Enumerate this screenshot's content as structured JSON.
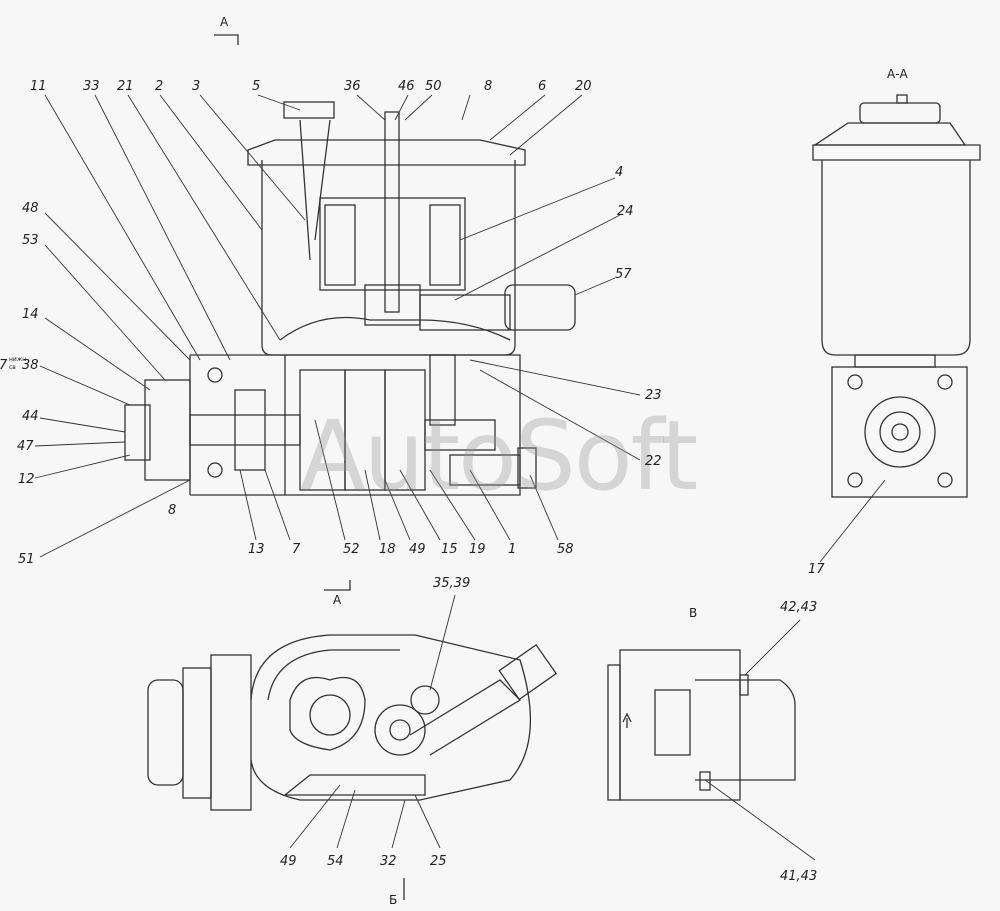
{
  "watermark": "AutoSoft",
  "sections": {
    "a_top": "А",
    "aa": "А-А",
    "a_bottom": "А",
    "v": "В",
    "b": "Б"
  },
  "labels": {
    "l11": "11",
    "l33": "33",
    "l21": "21",
    "l2": "2",
    "l3": "3",
    "l5": "5",
    "l36": "36",
    "l46": "46",
    "l50": "50",
    "l8": "8",
    "l6": "6",
    "l20": "20",
    "l4": "4",
    "l24": "24",
    "l57": "57",
    "l48": "48",
    "l53": "53",
    "l14": "14",
    "l7": "7",
    "l7note_top": "нижн",
    "l7note_bot": "св",
    "l38": "38",
    "l44": "44",
    "l47": "47",
    "l12": "12",
    "l8b": "8",
    "l51": "51",
    "l13": "13",
    "l7b": "7",
    "l52": "52",
    "l18": "18",
    "l49": "49",
    "l15": "15",
    "l19": "19",
    "l1": "1",
    "l58": "58",
    "l23": "23",
    "l22": "22",
    "l17": "17",
    "l3539": "35,39",
    "l4243": "42,43",
    "l4143": "41,43",
    "l49b": "49",
    "l54": "54",
    "l32": "32",
    "l25": "25"
  }
}
